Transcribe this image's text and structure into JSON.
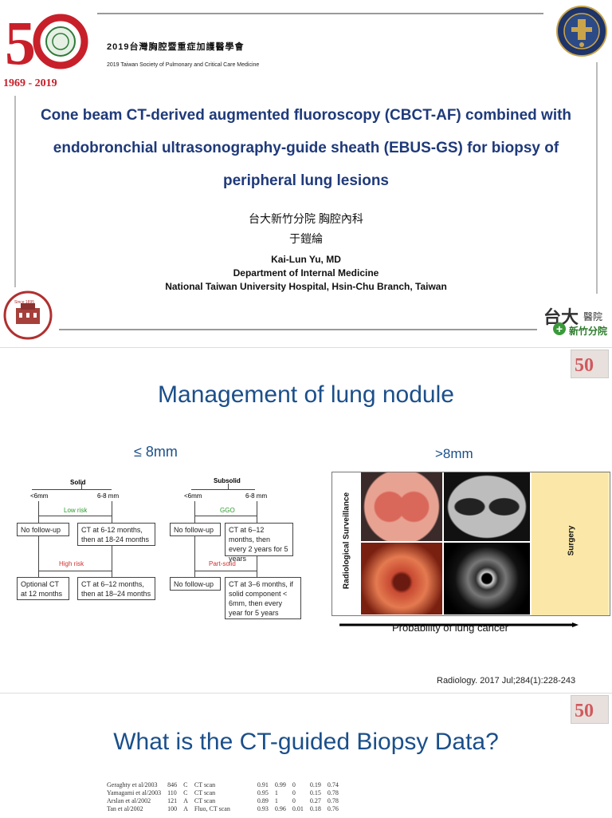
{
  "slide1": {
    "logo_50": {
      "years": "1969 - 2019",
      "number": "50"
    },
    "society_zh": "2019台灣胸腔暨重症加護醫學會",
    "society_en": "2019 Taiwan Society of Pulmonary and Critical Care Medicine",
    "title_lines": [
      "Cone beam CT-derived augmented fluoroscopy (CBCT-AF) combined with",
      "endobronchial ultrasonography-guide sheath (EBUS-GS) for biopsy of",
      "peripheral lung lesions"
    ],
    "hospital_zh": "台大新竹分院 胸腔內科",
    "author_zh": "于鎧綸",
    "author_en": "Kai-Lun Yu, MD",
    "dept": "Department of Internal Medicine",
    "affiliation": "National Taiwan University Hospital, Hsin-Chu Branch, Taiwan",
    "ntu_logo_top": "台大",
    "ntu_logo_side": "醫院",
    "ntu_logo_branch": "新竹分院",
    "since_badge": "Since 1895"
  },
  "slide2": {
    "title": "Management of lung nodule",
    "left_header": "≤ 8mm",
    "right_header": ">8mm",
    "solid": {
      "label": "Solid",
      "lt6": "<6mm",
      "r68": "6-8 mm",
      "low_risk": "Low risk",
      "high_risk": "High risk",
      "box_nofollow": "No follow-up",
      "box_ct_low": "CT at 6-12 months, then at 18-24 months",
      "box_optional": "Optional CT at 12 months",
      "box_ct_high": "CT at 6–12 months, then at 18–24 months"
    },
    "subsolid": {
      "label": "Subsolid",
      "lt6": "<6mm",
      "r68": "6-8 mm",
      "ggo": "GGO",
      "part_solid": "Part-solid",
      "box_nofollow1": "No follow-up",
      "box_ct_ggo": "CT at 6–12 months, then every 2 years for 5 years",
      "box_nofollow2": "No follow-up",
      "box_ct_ps": "CT at 3–6 months, if solid component < 6mm, then every year for 5 years"
    },
    "figure": {
      "left_label": "Radiological Surveillance",
      "right_label": "Surgery",
      "arrow_label": "Probability of lung cancer"
    },
    "citation": "Radiology. 2017 Jul;284(1):228-243"
  },
  "slide3": {
    "title": "What is the CT-guided Biopsy Data?",
    "rows": [
      [
        "Geraghty et al",
        "/2003",
        "846",
        "C",
        "CT scan",
        "0.91",
        "0.99",
        "0",
        "0.19",
        "0.74"
      ],
      [
        "Yamagami et al",
        "/2003",
        "110",
        "C",
        "CT scan",
        "0.95",
        "1",
        "0",
        "0.15",
        "0.78"
      ],
      [
        "Arslan et al",
        "/2002",
        "121",
        "A",
        "CT scan",
        "0.89",
        "1",
        "0",
        "0.27",
        "0.78"
      ],
      [
        "Tan et al",
        "/2002",
        "100",
        "A",
        "Fluo, CT scan",
        "0.93",
        "0.96",
        "0.01",
        "0.18",
        "0.76"
      ]
    ]
  },
  "colors": {
    "title_blue": "#1f3a7a",
    "slide_title_blue": "#1b4f8a",
    "green": "#2a9a2a",
    "red": "#d03030"
  }
}
